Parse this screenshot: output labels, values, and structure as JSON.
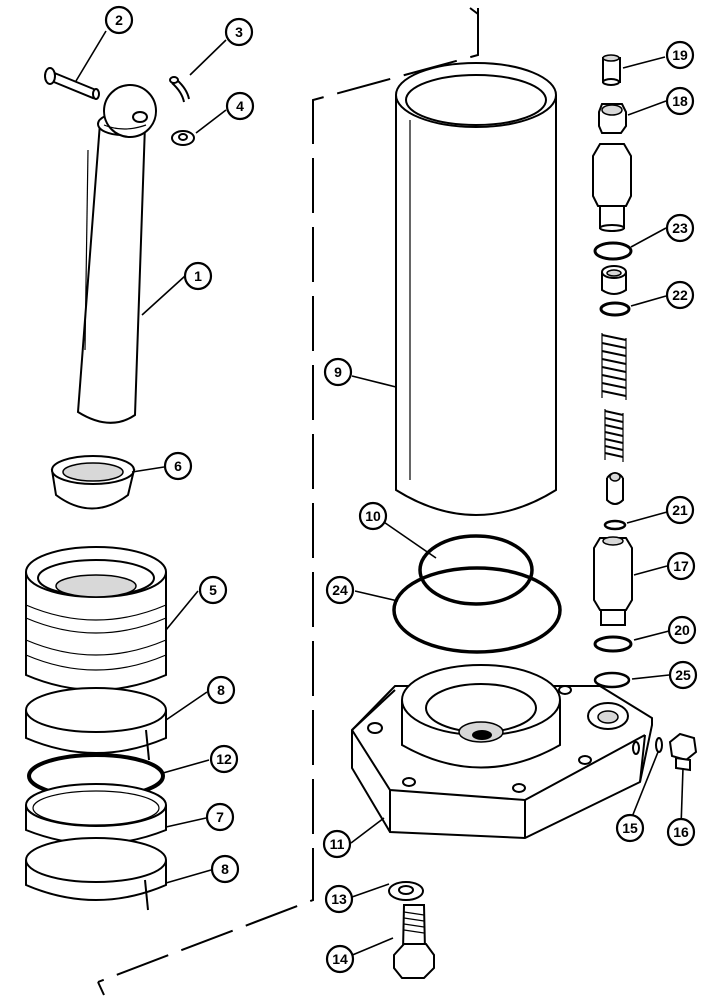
{
  "diagram": {
    "type": "exploded-parts-view",
    "callouts": [
      {
        "id": "c1",
        "label": "1"
      },
      {
        "id": "c2",
        "label": "2"
      },
      {
        "id": "c3",
        "label": "3"
      },
      {
        "id": "c4",
        "label": "4"
      },
      {
        "id": "c5",
        "label": "5"
      },
      {
        "id": "c6",
        "label": "6"
      },
      {
        "id": "c7",
        "label": "7"
      },
      {
        "id": "c8a",
        "label": "8"
      },
      {
        "id": "c8b",
        "label": "8"
      },
      {
        "id": "c9",
        "label": "9"
      },
      {
        "id": "c10",
        "label": "10"
      },
      {
        "id": "c11",
        "label": "11"
      },
      {
        "id": "c12",
        "label": "12"
      },
      {
        "id": "c13",
        "label": "13"
      },
      {
        "id": "c14",
        "label": "14"
      },
      {
        "id": "c15",
        "label": "15"
      },
      {
        "id": "c16",
        "label": "16"
      },
      {
        "id": "c17",
        "label": "17"
      },
      {
        "id": "c18",
        "label": "18"
      },
      {
        "id": "c19",
        "label": "19"
      },
      {
        "id": "c20",
        "label": "20"
      },
      {
        "id": "c21",
        "label": "21"
      },
      {
        "id": "c22",
        "label": "22"
      },
      {
        "id": "c23",
        "label": "23"
      },
      {
        "id": "c24",
        "label": "24"
      },
      {
        "id": "c25",
        "label": "25"
      }
    ]
  }
}
